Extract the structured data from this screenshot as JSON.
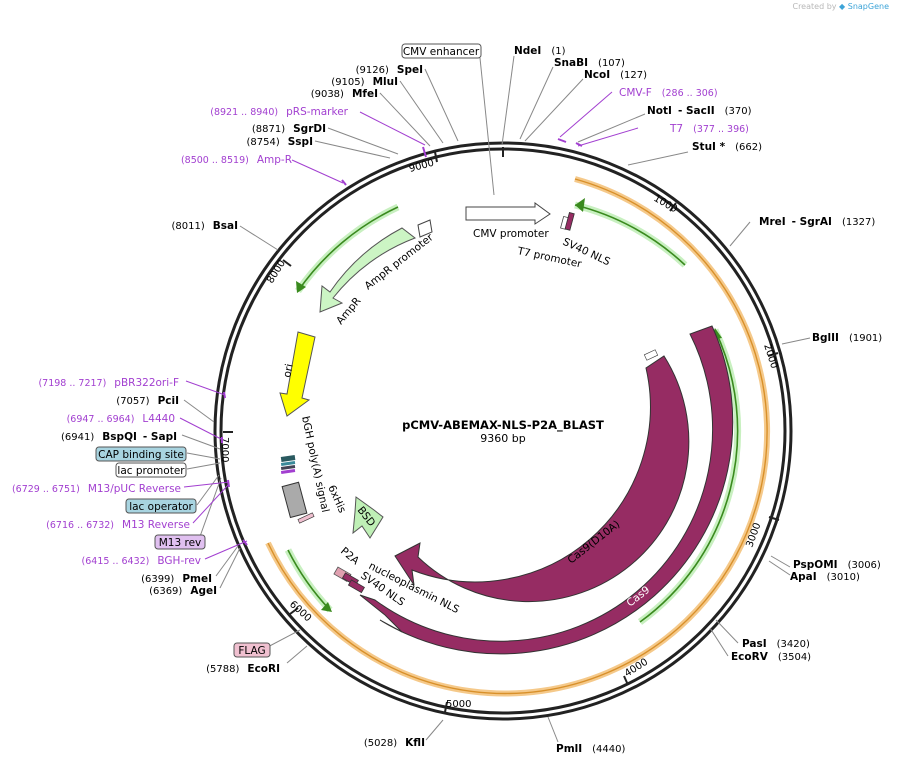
{
  "header": {
    "created_by": "Created by",
    "brand": "SnapGene"
  },
  "plasmid": {
    "name": "pCMV-ABEMAX-NLS-P2A_BLAST",
    "length": "9360 bp"
  },
  "ticks": [
    "1000",
    "2000",
    "3000",
    "4000",
    "5000",
    "6000",
    "7000",
    "8000",
    "9000"
  ],
  "sites": [
    {
      "name": "NdeI",
      "pos": "(1)"
    },
    {
      "name": "SnaBI",
      "pos": "(107)"
    },
    {
      "name": "NcoI",
      "pos": "(127)"
    },
    {
      "name": "NotI",
      "name2": "- SacII",
      "pos": "(370)"
    },
    {
      "name": "StuI *",
      "pos": "(662)"
    },
    {
      "name": "MreI",
      "name2": "- SgrAI",
      "pos": "(1327)"
    },
    {
      "name": "BglII",
      "pos": "(1901)"
    },
    {
      "name": "PspOMI",
      "pos": "(3006)"
    },
    {
      "name": "ApaI",
      "pos": "(3010)"
    },
    {
      "name": "PasI",
      "pos": "(3420)"
    },
    {
      "name": "EcoRV",
      "pos": "(3504)"
    },
    {
      "name": "PmlI",
      "pos": "(4440)"
    },
    {
      "name": "KflI",
      "pos": "(5028)"
    },
    {
      "name": "EcoRI",
      "pos": "(5788)"
    },
    {
      "name": "AgeI",
      "pos": "(6369)"
    },
    {
      "name": "PmeI",
      "pos": "(6399)"
    },
    {
      "name": "BspQI",
      "name2": "- SapI",
      "pos": "(6941)"
    },
    {
      "name": "PciI",
      "pos": "(7057)"
    },
    {
      "name": "BsaI",
      "pos": "(8011)"
    },
    {
      "name": "SspI",
      "pos": "(8754)"
    },
    {
      "name": "SgrDI",
      "pos": "(8871)"
    },
    {
      "name": "MfeI",
      "pos": "(9038)"
    },
    {
      "name": "MluI",
      "pos": "(9105)"
    },
    {
      "name": "SpeI",
      "pos": "(9126)"
    }
  ],
  "primers": [
    {
      "name": "CMV-F",
      "pos": "(286 .. 306)"
    },
    {
      "name": "T7",
      "pos": "(377 .. 396)"
    },
    {
      "name": "pRS-marker",
      "pos": "(8921 .. 8940)"
    },
    {
      "name": "Amp-R",
      "pos": "(8500 .. 8519)"
    },
    {
      "name": "pBR322ori-F",
      "pos": "(7198 .. 7217)"
    },
    {
      "name": "L4440",
      "pos": "(6947 .. 6964)"
    },
    {
      "name": "M13/pUC Reverse",
      "pos": "(6729 .. 6751)"
    },
    {
      "name": "M13 Reverse",
      "pos": "(6716 .. 6732)"
    },
    {
      "name": "BGH-rev",
      "pos": "(6415 .. 6432)"
    }
  ],
  "boxes": {
    "cmv_enhancer": "CMV enhancer",
    "cap_binding_site": "CAP binding site",
    "lac_promoter": "lac promoter",
    "lac_operator": "lac operator",
    "m13_rev": "M13 rev",
    "flag": "FLAG"
  },
  "features": {
    "cmv_promoter": "CMV promoter",
    "t7_promoter": "T7 promoter",
    "sv40_nls_top": "SV40 NLS",
    "ampr_promoter": "AmpR promoter",
    "ampr": "AmpR",
    "ori": "ori",
    "bgh_polya": "bGH poly(A) signal",
    "his6": "6xHis",
    "bsd": "BSD",
    "cas9_d10a": "Cas9(D10A)",
    "cas9": "Cas9",
    "p2a": "P2A",
    "sv40_nls_bottom": "SV40 NLS",
    "nucleoplasmin_nls": "nucleoplasmin NLS"
  },
  "colors": {
    "cas9": "#962c63",
    "ampr": "#ccf5c4",
    "ori": "#ffff00",
    "orf": "#f5c98a",
    "bsd": "#bff0b6",
    "primer": "#a23fd0",
    "cap_box": "#a8d4e0",
    "m13_box": "#e0c0f0",
    "flag_box": "#f0c0d0"
  }
}
